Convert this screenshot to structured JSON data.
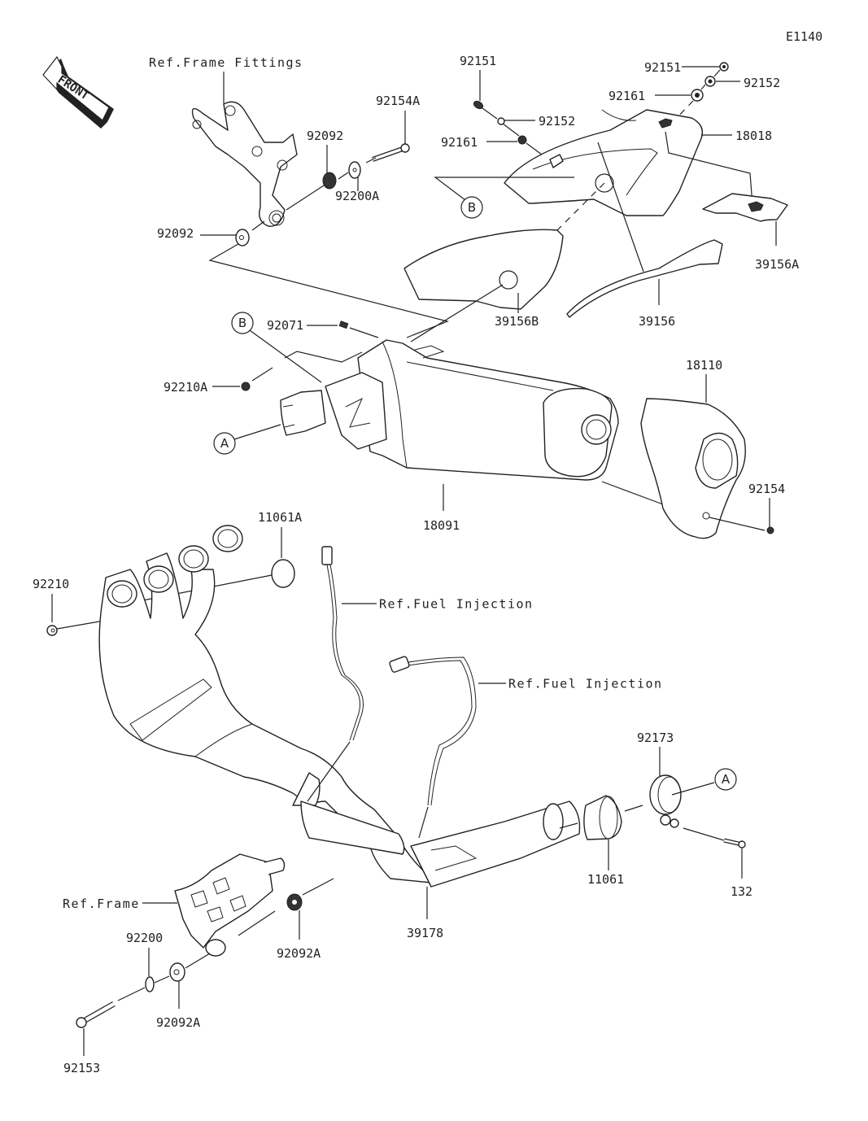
{
  "diagram_code": "E1140",
  "front_indicator": "FRONT",
  "refs": {
    "frame_fittings": "Ref.Frame Fittings",
    "fuel_injection_1": "Ref.Fuel Injection",
    "fuel_injection_2": "Ref.Fuel Injection",
    "frame": "Ref.Frame"
  },
  "callouts": {
    "A1": "A",
    "A2": "A",
    "B1": "B",
    "B2": "B"
  },
  "parts": {
    "p92151_a": "92151",
    "p92152_a": "92152",
    "p92161_a": "92161",
    "p92151_b": "92151",
    "p92152_b": "92152",
    "p92161_b": "92161",
    "p18018": "18018",
    "p39156A": "39156A",
    "p39156": "39156",
    "p39156B": "39156B",
    "p92154A": "92154A",
    "p92092_top": "92092",
    "p92200A": "92200A",
    "p92092_left": "92092",
    "p92071": "92071",
    "p92210A": "92210A",
    "p18110": "18110",
    "p92154": "92154",
    "p18091": "18091",
    "p11061A": "11061A",
    "p92210": "92210",
    "p92173": "92173",
    "p11061": "11061",
    "p132": "132",
    "p39178": "39178",
    "p92200": "92200",
    "p92092A_a": "92092A",
    "p92092A_b": "92092A",
    "p92153": "92153"
  }
}
